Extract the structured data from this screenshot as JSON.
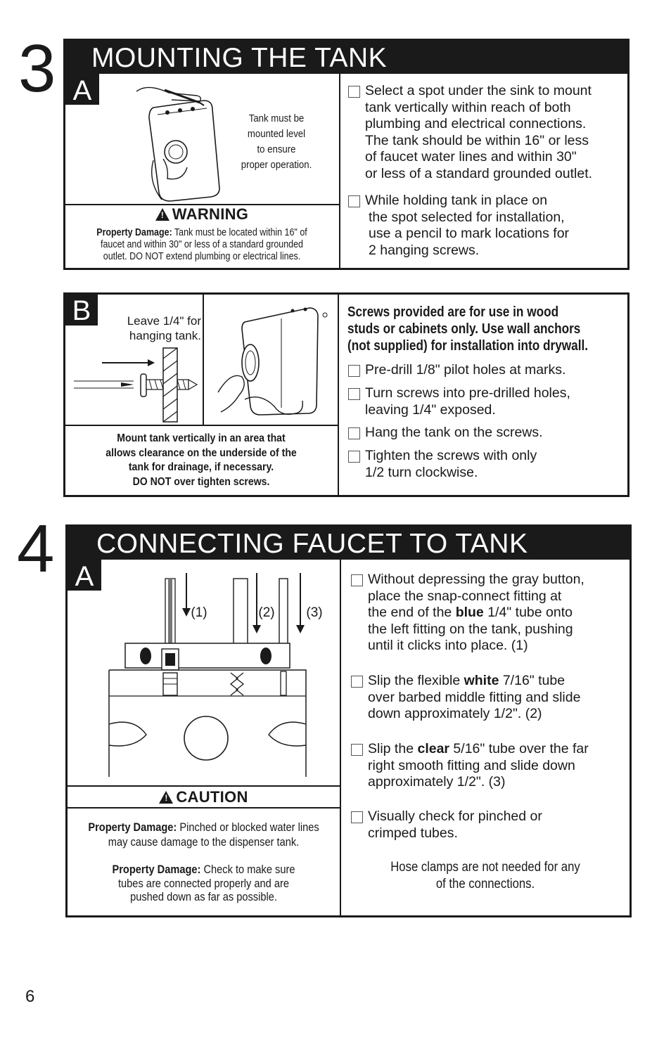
{
  "section3": {
    "number": "3",
    "title": "MOUNTING THE TANK",
    "partA": {
      "tag": "A",
      "illustration_note": [
        "Tank must be",
        "mounted level",
        "to ensure",
        "proper operation."
      ],
      "warning_heading": "WARNING",
      "warning_label": "Property Damage:",
      "warning_lines": [
        " Tank must be located within 16\" of",
        "faucet and within 30\" or less of a standard grounded",
        "outlet. DO NOT extend plumbing or electrical lines."
      ],
      "steps": [
        [
          "Select a spot under the sink to mount",
          "tank vertically within reach of both",
          "plumbing and electrical connections.",
          "The tank should be within 16\" or less",
          "of faucet water lines and within 30\"",
          "or less of a standard grounded outlet."
        ],
        [
          "While holding tank in place on",
          "the spot selected for installation,",
          "use a pencil to mark locations for",
          "2 hanging screws."
        ]
      ]
    },
    "partB": {
      "tag": "B",
      "screw_note": [
        "Leave 1/4\" for",
        "hanging tank."
      ],
      "mount_note": [
        "Mount tank vertically in an area that",
        "allows clearance on the underside of the",
        "tank for drainage, if necessary.",
        "DO NOT over tighten screws."
      ],
      "bold_note": [
        "Screws provided are for use in wood",
        "studs or cabinets only. Use wall anchors",
        "(not supplied) for installation into drywall."
      ],
      "steps": [
        [
          "Pre-drill 1/8\" pilot holes at marks."
        ],
        [
          "Turn screws into pre-drilled holes,",
          "leaving 1/4\" exposed."
        ],
        [
          "Hang the tank on the screws."
        ],
        [
          "Tighten the screws with only",
          "1/2 turn clockwise."
        ]
      ]
    }
  },
  "section4": {
    "number": "4",
    "title": "CONNECTING FAUCET TO TANK",
    "partA": {
      "tag": "A",
      "arrow_labels": [
        "(1)",
        "(2)",
        "(3)"
      ],
      "caution_heading": "CAUTION",
      "caution1_label": "Property Damage:",
      "caution1_lines": [
        " Pinched or blocked water lines",
        "may cause damage to the dispenser tank."
      ],
      "caution2_label": "Property Damage:",
      "caution2_lines": [
        " Check to make sure",
        "tubes are connected properly and are",
        "pushed down as far as possible."
      ],
      "steps": [
        {
          "l1": "Without depressing the gray button,",
          "l2": "place the snap-connect fitting at",
          "l3a": "the end of the ",
          "l3b": "blue",
          "l3c": " 1/4\" tube onto",
          "l4": "the left fitting on the tank, pushing",
          "l5": "until it clicks into place. (1)"
        },
        {
          "l1a": "Slip the flexible ",
          "l1b": "white",
          "l1c": " 7/16\" tube",
          "l2": "over barbed middle fitting and slide",
          "l3": "down approximately 1/2\". (2)"
        },
        {
          "l1a": "Slip the ",
          "l1b": "clear",
          "l1c": " 5/16\" tube over the far",
          "l2": "right smooth fitting and slide down",
          "l3": "approximately 1/2\". (3)"
        },
        {
          "l1": "Visually check for pinched or",
          "l2": "crimped tubes."
        }
      ],
      "footer_note": [
        "Hose clamps are not needed for any",
        "of the connections."
      ]
    }
  },
  "page_number": "6",
  "colors": {
    "ink": "#1a1a1a",
    "paper": "#ffffff"
  }
}
